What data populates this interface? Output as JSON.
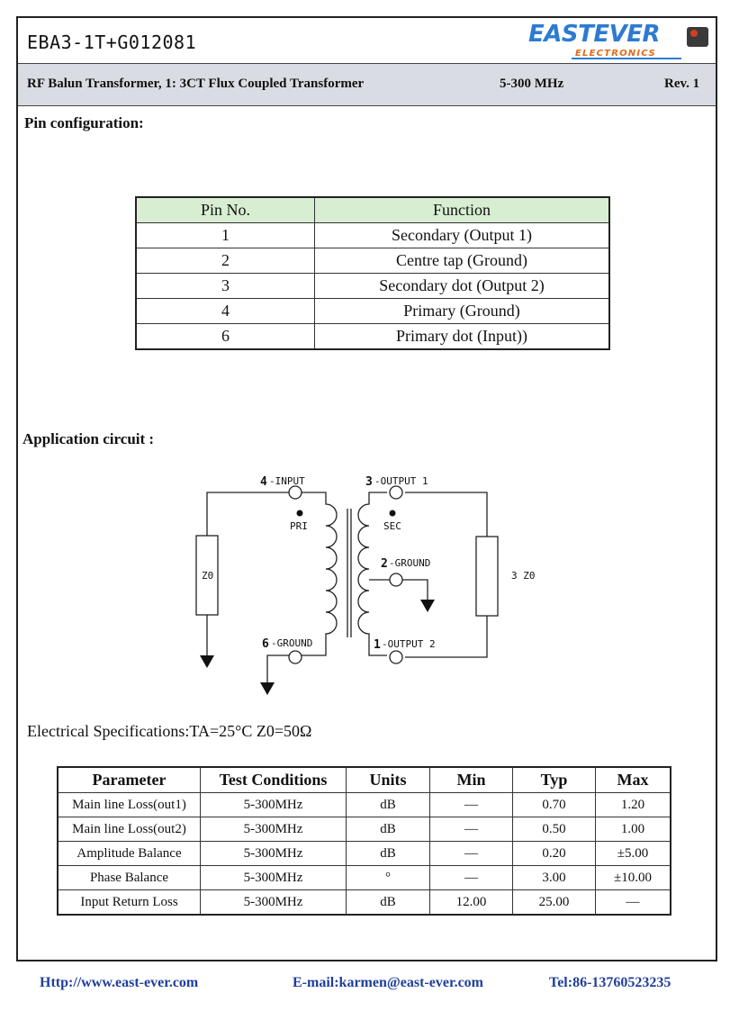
{
  "header": {
    "part_number": "EBA3-1T+G012081",
    "logo_brand": "EASTEVER",
    "logo_sub": "ELECTRONICS",
    "description": "RF Balun Transformer,  1: 3CT  Flux Coupled Transformer",
    "freq_range": "5-300 MHz",
    "revision": "Rev. 1"
  },
  "pin_config": {
    "title": "Pin configuration:",
    "columns": [
      "Pin   No.",
      "Function"
    ],
    "rows": [
      [
        "1",
        "Secondary (Output 1)"
      ],
      [
        "2",
        "Centre tap (Ground)"
      ],
      [
        "3",
        "Secondary dot (Output 2)"
      ],
      [
        "4",
        "Primary  (Ground)"
      ],
      [
        "6",
        "Primary dot (Input))"
      ]
    ]
  },
  "circuit": {
    "title": "Application circuit :",
    "labels": {
      "p4_num": "4",
      "p4": "-INPUT",
      "p3_num": "3",
      "p3": "-OUTPUT 1",
      "pri": "PRI",
      "sec": "SEC",
      "p2_num": "2",
      "p2": "-GROUND",
      "p6_num": "6",
      "p6": "-GROUND",
      "p1_num": "1",
      "p1": "-OUTPUT 2",
      "z0": "Z0",
      "z3": "3 Z0"
    }
  },
  "specs": {
    "title": "Electrical Specifications:TA=25°C   Z0=50Ω",
    "columns": [
      "Parameter",
      "Test Conditions",
      "Units",
      "Min",
      "Typ",
      "Max"
    ],
    "rows": [
      [
        "Main line Loss(out1)",
        "5-300MHz",
        "dB",
        "—",
        "0.70",
        "1.20"
      ],
      [
        "Main line Loss(out2)",
        "5-300MHz",
        "dB",
        "—",
        "0.50",
        "1.00"
      ],
      [
        "Amplitude Balance",
        "5-300MHz",
        "dB",
        "—",
        "0.20",
        "±5.00"
      ],
      [
        "Phase   Balance",
        "5-300MHz",
        "°",
        "—",
        "3.00",
        "±10.00"
      ],
      [
        "Input Return Loss",
        "5-300MHz",
        "dB",
        "12.00",
        "25.00",
        "—"
      ]
    ]
  },
  "footer": {
    "url": "Http://www.east-ever.com",
    "email": "E-mail:karmen@east-ever.com",
    "tel": "Tel:86-13760523235"
  },
  "colors": {
    "header_band": "#d9dde3",
    "pin_header": "#d8eed2",
    "footer_text": "#1f3f9a",
    "logo_blue": "#2d7bd1",
    "logo_orange": "#e06a1a"
  }
}
